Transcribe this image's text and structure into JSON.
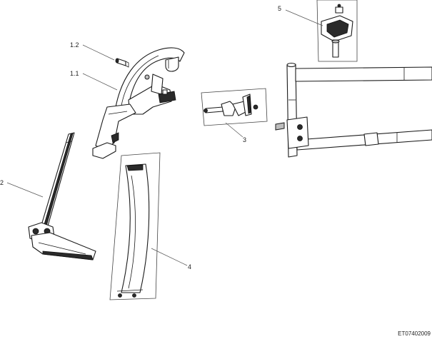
{
  "labels": {
    "l12": "1.2",
    "l11": "1.1",
    "l2": "2",
    "l3": "3",
    "l4": "4",
    "l5": "5"
  },
  "image_code": "ET07402009"
}
